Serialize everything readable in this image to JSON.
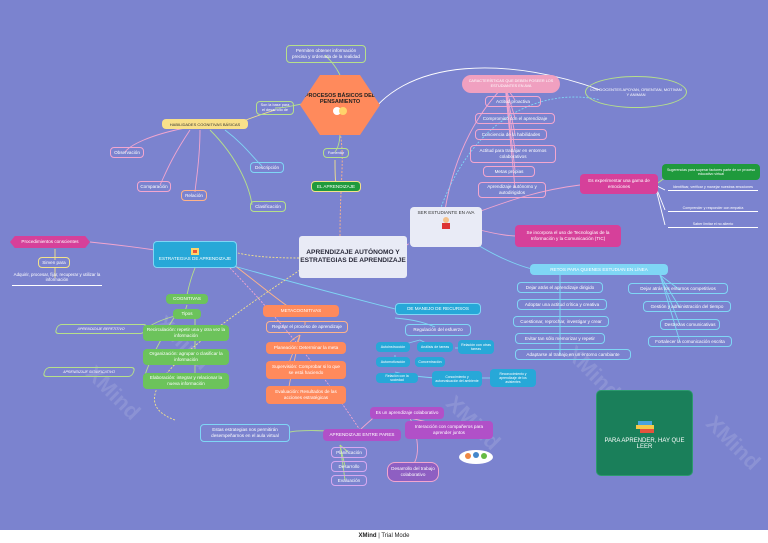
{
  "center": {
    "label": "APRENDIZAJE AUTÓNOMO Y ESTRATEGIAS DE APRENDIZAJE"
  },
  "procesos": {
    "title": "PROCESOS BÁSICOS DEL PENSAMIENTO",
    "permiten": "Permiten obtener información precisa y ordenada de la realidad",
    "base": "Son la base para el desarrollo de",
    "fomentar": "Fomentar",
    "aprendizaje": "EL APRENDIZAJE",
    "habilidades": "HABILIDADES COGNITIVAS BÁSICAS",
    "observacion": "Observación",
    "comparacion": "Comparación",
    "relacion": "Relación",
    "clasificacion": "Clasificación",
    "descripcion": "Descripción"
  },
  "estrategias": {
    "title": "ESTRATEGIAS DE APRENDIZAJE",
    "procedimientos": "Procedimientos conscientes",
    "sirven": "Sirven para",
    "adquirir": "Adquirir, procesar, fijar, recuperar y utilizar la información",
    "cognitivas": "COGNITIVAS",
    "tipos": "Tipos",
    "aprendizaje_repetitivo": "APRENDIZAJE REPETITIVO",
    "aprendizaje_significativo": "APRENDIZAJE SIGNIFICATIVO",
    "recirculacion": "Recirculación: repetir una y otra vez la información",
    "organizacion": "Organización: agrupar o clasificar la información",
    "elaboracion": "Elaboración: integrar y relacionar la nueva información",
    "permitiran": "Estas estrategias nos permitirán desempeñarnos en el aula virtual"
  },
  "metacognitivas": {
    "title": "METACOGNITIVAS",
    "regular": "Regular el proceso de aprendizaje",
    "planeacion": "Planeación: Determinar la meta",
    "supervision": "Supervisión: Comprobar si lo que se está haciendo",
    "evaluacion": "Evaluación: Resultados de las acciones estratégicas"
  },
  "manejo": {
    "title": "DE MANEJO DE RECURSOS",
    "regulacion": "Regulación del esfuerzo",
    "autoinstruccion": "Autoinstrucción",
    "analisis": "Análisis de tareas",
    "relacion_otras": "Relación con otras tareas",
    "automotivacion": "Automotivación",
    "concentracion": "Concentración",
    "conocimiento": "Conocimiento y autoevaluación del ambiente",
    "reconocimiento": "Reconocimiento y aprendizaje de los asistentes",
    "relacion_sociedad": "Relación con la sociedad"
  },
  "entre_pares": {
    "title": "APRENDIZAJE ENTRE PARES",
    "colaborativo": "Es un aprendizaje colaborativo",
    "interaccion": "Interacción con compañeros para aprender juntos",
    "desarrollo": "Desarrollo del trabajo colaborativo",
    "planificacion": "Planificación",
    "desarrollo2": "Desarrollo",
    "evaluacion": "Evaluación"
  },
  "estudiante": {
    "title": "SER ESTUDIANTE EN AVA",
    "caracteristicas": "CARACTERÍSTICAS QUE DEBEN POSEER LOS ESTUDIANTES EN AVA",
    "actitud": "Actitud proactiva",
    "compromiso": "Compromiso con el aprendizaje",
    "conciencia": "Conciencia de la habilidades",
    "actitud_trabajo": "Actitud para trabajar en entornos colaborativos",
    "metas": "Metas propias",
    "aprendiz": "Aprendizaje autónomo y autodirigidos",
    "docentes": "LOS DOCENTES APOYAN, ORIENTAN, MOTIVAN Y ANIMAN",
    "experimentar": "Es experimentar una gama de emociones",
    "sugerencias": "Sugerencias para superar factores parte de un proceso educativo virtual",
    "identificar": "Identificar, verificar y manejar nuestras emociones",
    "comprender": "Comprender y responder con empatía",
    "sobre": "Saber limitar el no aliento",
    "incorpora": "Se incorpora el uso de Tecnologías de la Información y la Comunicación (TIC)",
    "retos_title": "RETOS PARA QUIENES ESTUDIAN EN LÍNEA",
    "dejar1": "Dejar atrás el aprendizaje dirigido",
    "adoptar": "Adoptar una actitud crítica y creativa",
    "cuestionar": "Cuestionar, reprochar, investigar y crear",
    "evitar": "Evitar tan sólo memorizar y repetir",
    "adaptarse": "Adaptarse al trabajo en un entorno cambiante",
    "dejar2": "Dejar atrás los entornos competitivos",
    "gestion": "Gestión y administración del tiempo",
    "destrezas": "Destrezas comunicativas",
    "fortalecer": "Fortalecer la comunicación escrita"
  },
  "ideas": {
    "label": "PARA APRENDER, HAY QUE LEER"
  },
  "footer": {
    "brand": "XMind",
    "mode": "Trial Mode"
  },
  "watermark": "XMind",
  "colors": {
    "background": "#7b83cf",
    "center": "#e9ebf6",
    "hex": "#ff8a5c",
    "ideas": "#1a7f5a"
  }
}
